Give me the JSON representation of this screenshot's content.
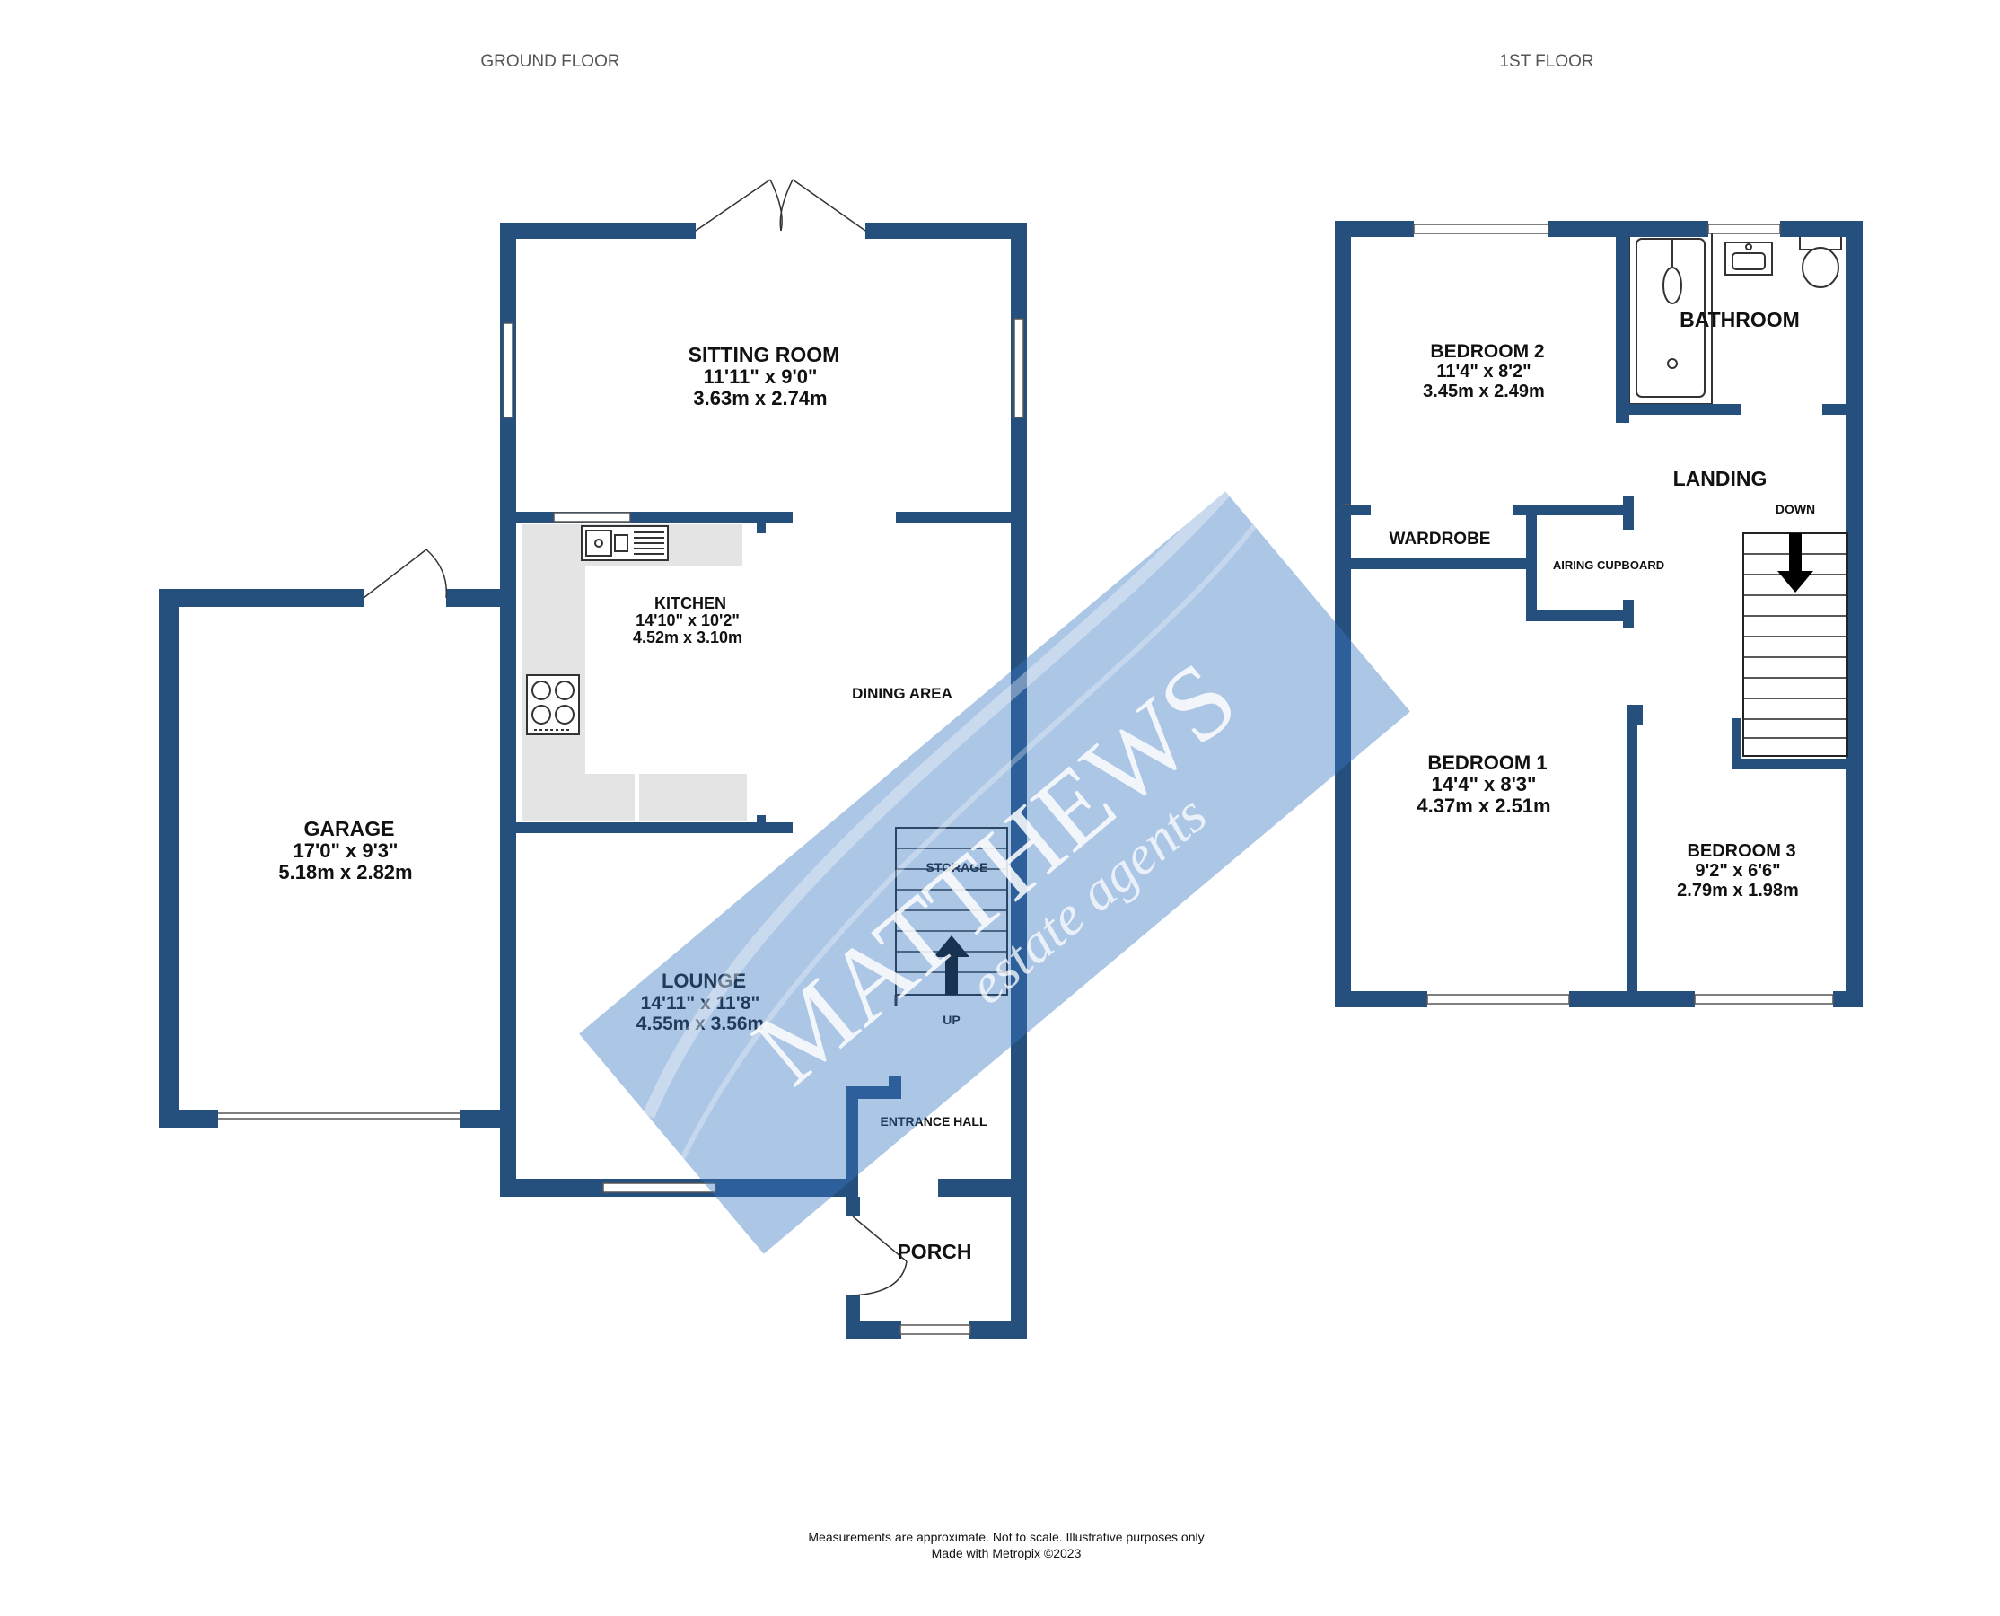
{
  "floors": {
    "ground": {
      "title": "GROUND FLOOR",
      "rooms": {
        "sitting_room": {
          "name": "SITTING ROOM",
          "imperial": "11'11\"  x 9'0\"",
          "metric": "3.63m  x 2.74m"
        },
        "kitchen": {
          "name": "KITCHEN",
          "imperial": "14'10\"  x 10'2\"",
          "metric": "4.52m  x 3.10m"
        },
        "dining": {
          "name": "DINING AREA"
        },
        "garage": {
          "name": "GARAGE",
          "imperial": "17'0\"  x 9'3\"",
          "metric": "5.18m  x 2.82m"
        },
        "lounge": {
          "name": "LOUNGE",
          "imperial": "14'11\"  x 11'8\"",
          "metric": "4.55m  x 3.56m"
        },
        "storage": {
          "name": "STORAGE"
        },
        "up": {
          "name": "UP"
        },
        "entrance_hall": {
          "name": "ENTRANCE HALL"
        },
        "porch": {
          "name": "PORCH"
        }
      }
    },
    "first": {
      "title": "1ST FLOOR",
      "rooms": {
        "bedroom2": {
          "name": "BEDROOM 2",
          "imperial": "11'4\"  x 8'2\"",
          "metric": "3.45m  x 2.49m"
        },
        "bathroom": {
          "name": "BATHROOM"
        },
        "landing": {
          "name": "LANDING"
        },
        "down": {
          "name": "DOWN"
        },
        "wardrobe": {
          "name": "WARDROBE"
        },
        "airing": {
          "name": "AIRING CUPBOARD"
        },
        "bedroom1": {
          "name": "BEDROOM 1",
          "imperial": "14'4\"  x 8'3\"",
          "metric": "4.37m  x 2.51m"
        },
        "bedroom3": {
          "name": "BEDROOM 3",
          "imperial": "9'2\"  x 6'6\"",
          "metric": "2.79m  x 1.98m"
        }
      }
    }
  },
  "watermark": {
    "brand": "MATTHEWS",
    "tagline": "estate agents"
  },
  "footer": {
    "line1": "Measurements are approximate.  Not to scale.  Illustrative purposes only",
    "line2": "Made with Metropix ©2023"
  },
  "colors": {
    "wall": "#25507d",
    "fitting": "#e4e4e4",
    "watermark": "#3a78c4"
  }
}
